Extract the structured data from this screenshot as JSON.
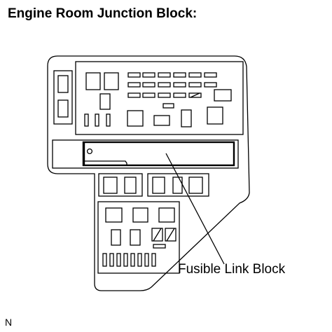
{
  "header": {
    "title": "Engine Room Junction Block:"
  },
  "diagram": {
    "callout_label": "Fusible Link Block",
    "corner_mark": "N"
  }
}
